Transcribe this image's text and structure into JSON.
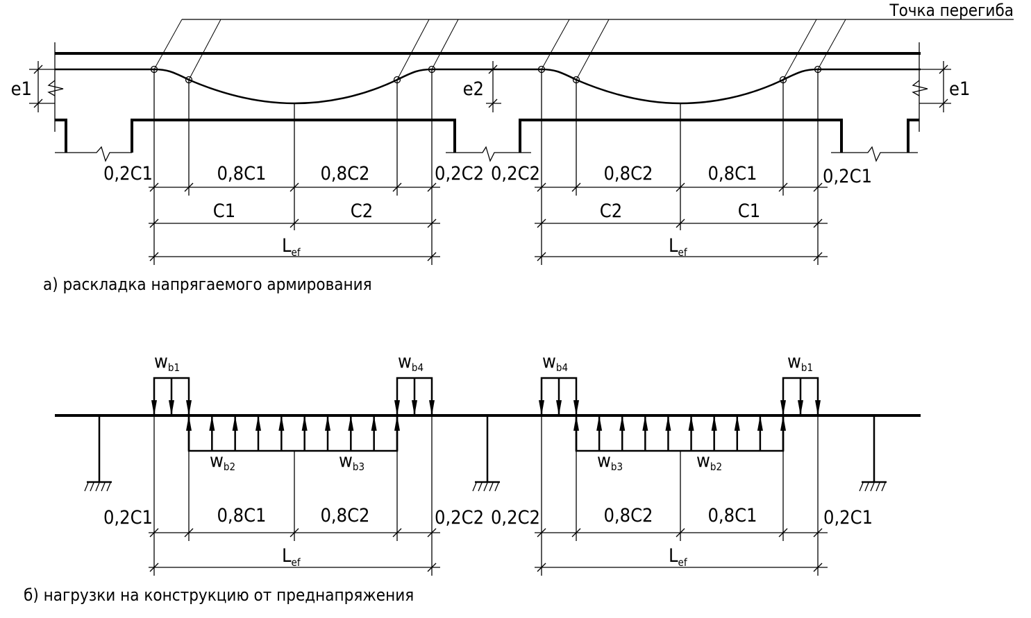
{
  "diagram": {
    "callout_label": "Точка перегиба",
    "part_a": {
      "caption": "а) раскладка напрягаемого армирования",
      "eccentricity_labels": {
        "left": "e1",
        "middle": "e2",
        "right": "e1"
      },
      "span1": {
        "segment_labels": [
          "0,2C1",
          "0,8C1",
          "0,8C2",
          "0,2C2"
        ],
        "half_labels": [
          "C1",
          "C2"
        ],
        "total_label": "L",
        "total_sub": "ef"
      },
      "span2": {
        "segment_labels": [
          "0,2C2",
          "0,8C2",
          "0,8C1",
          "0,2C1"
        ],
        "half_labels": [
          "C2",
          "C1"
        ],
        "total_label": "L",
        "total_sub": "ef"
      }
    },
    "part_b": {
      "caption": "б) нагрузки на конструкцию от преднапряжения",
      "span1": {
        "loads": [
          {
            "name": "w",
            "sub": "b1",
            "direction": "down"
          },
          {
            "name": "w",
            "sub": "b2",
            "direction": "up"
          },
          {
            "name": "w",
            "sub": "b3",
            "direction": "up"
          },
          {
            "name": "w",
            "sub": "b4",
            "direction": "down"
          }
        ],
        "segment_labels": [
          "0,2C1",
          "0,8C1",
          "0,8C2",
          "0,2C2"
        ],
        "total_label": "L",
        "total_sub": "ef"
      },
      "span2": {
        "loads": [
          {
            "name": "w",
            "sub": "b4",
            "direction": "down"
          },
          {
            "name": "w",
            "sub": "b3",
            "direction": "up"
          },
          {
            "name": "w",
            "sub": "b2",
            "direction": "up"
          },
          {
            "name": "w",
            "sub": "b1",
            "direction": "down"
          }
        ],
        "segment_labels": [
          "0,2C2",
          "0,8C2",
          "0,8C1",
          "0,2C1"
        ],
        "total_label": "L",
        "total_sub": "ef"
      }
    }
  }
}
